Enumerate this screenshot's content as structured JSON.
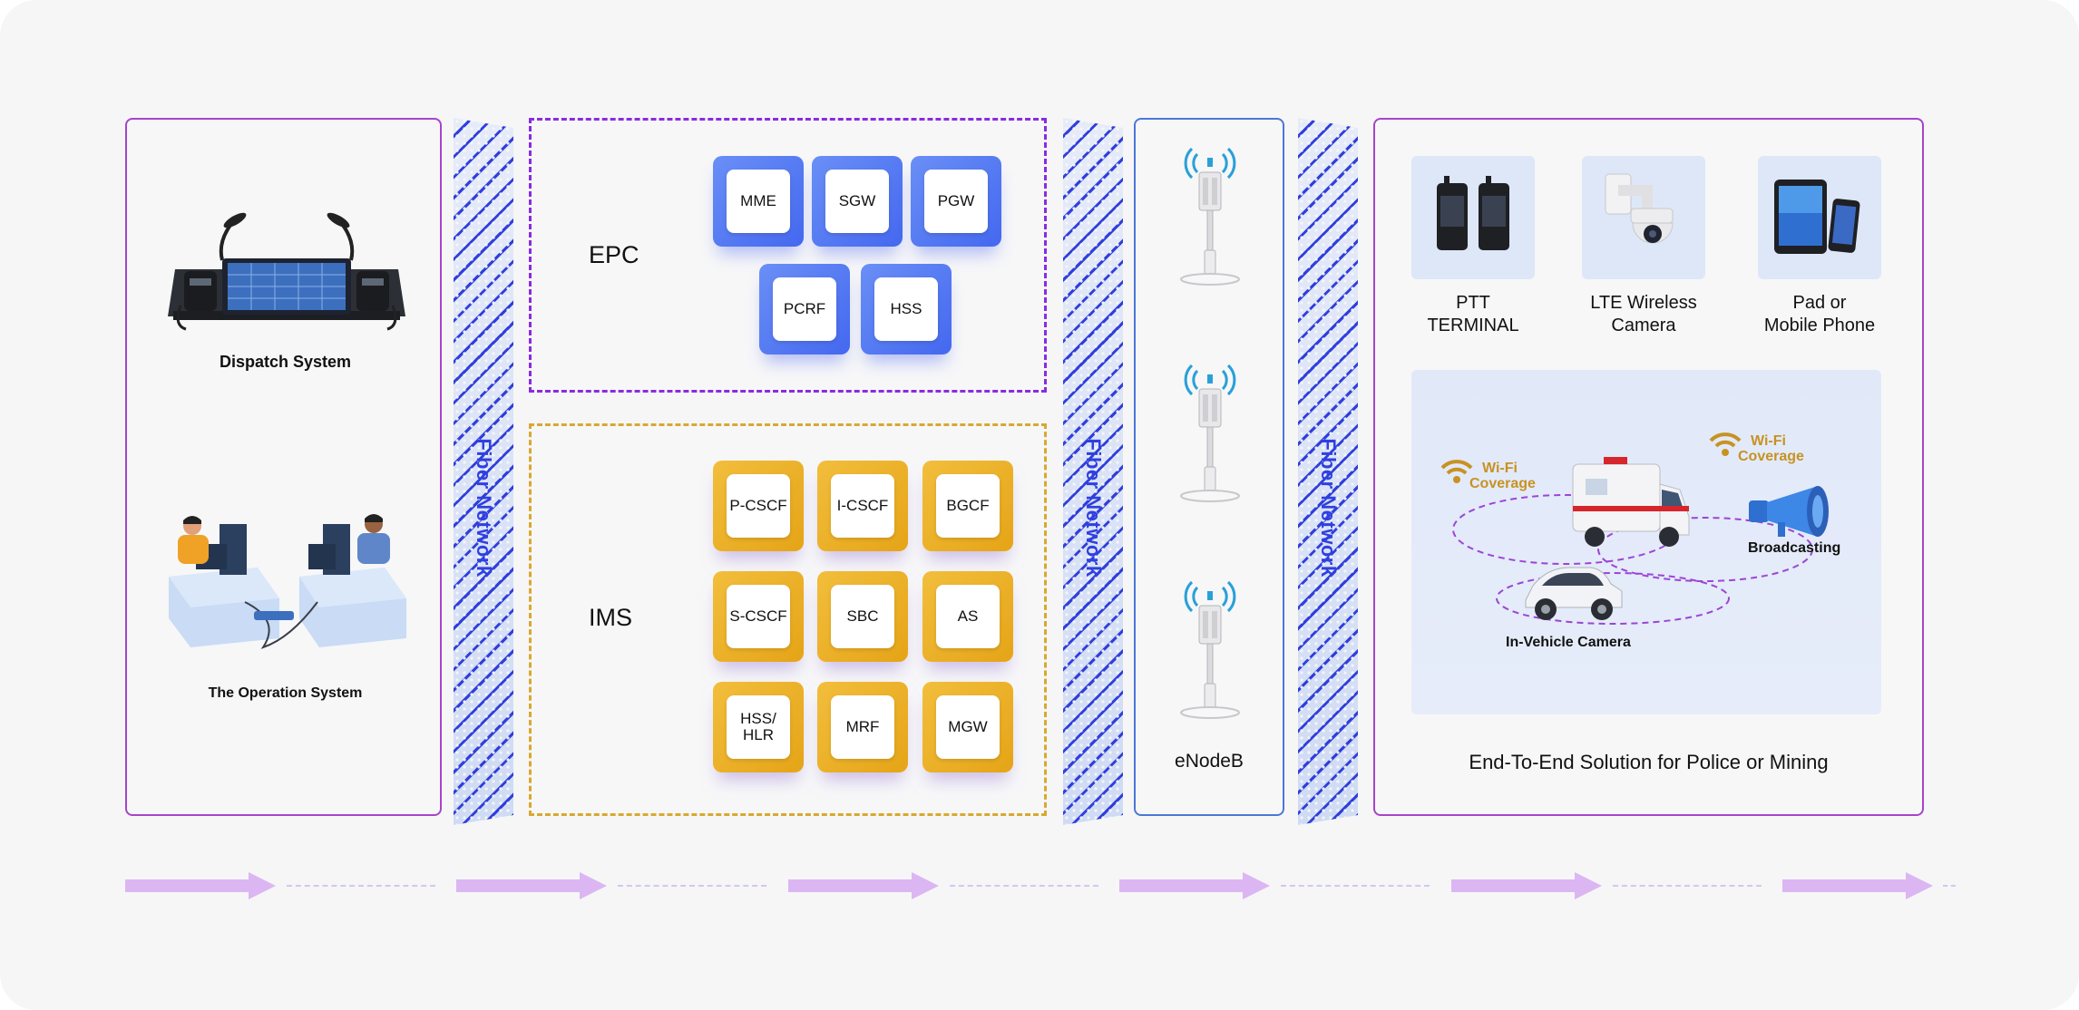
{
  "dispatch": {
    "dispatch_label": "Dispatch System",
    "operation_label": "The Operation System"
  },
  "fiber": {
    "label": "Fiber Network"
  },
  "epc": {
    "label": "EPC",
    "nodes": [
      "MME",
      "SGW",
      "PGW",
      "PCRF",
      "HSS"
    ]
  },
  "ims": {
    "label": "IMS",
    "nodes": [
      "P-CSCF",
      "I-CSCF",
      "BGCF",
      "S-CSCF",
      "SBC",
      "AS",
      "HSS/\nHLR",
      "MRF",
      "MGW"
    ]
  },
  "enodeb": {
    "label": "eNodeB"
  },
  "terminals": {
    "devices": [
      {
        "line1": "PTT",
        "line2": "TERMINAL",
        "icon": "ptt-terminal-icon"
      },
      {
        "line1": "LTE Wireless",
        "line2": "Camera",
        "icon": "dome-camera-icon"
      },
      {
        "line1": "Pad or",
        "line2": "Mobile Phone",
        "icon": "tablet-phone-icon"
      }
    ],
    "scene": {
      "wifi_left_1": "Wi-Fi",
      "wifi_left_2": "Coverage",
      "wifi_right_1": "Wi-Fi",
      "wifi_right_2": "Coverage",
      "broadcasting": "Broadcasting",
      "in_vehicle": "In-Vehicle Camera"
    },
    "footer": "End-To-End Solution for Police or Mining"
  },
  "colors": {
    "panel_border": "#a644c9",
    "epc_tile": "#4f74f0",
    "ims_tile": "#eab02a",
    "fiber_text": "#2f40e0",
    "flow_arrow": "#dcb6f2"
  }
}
